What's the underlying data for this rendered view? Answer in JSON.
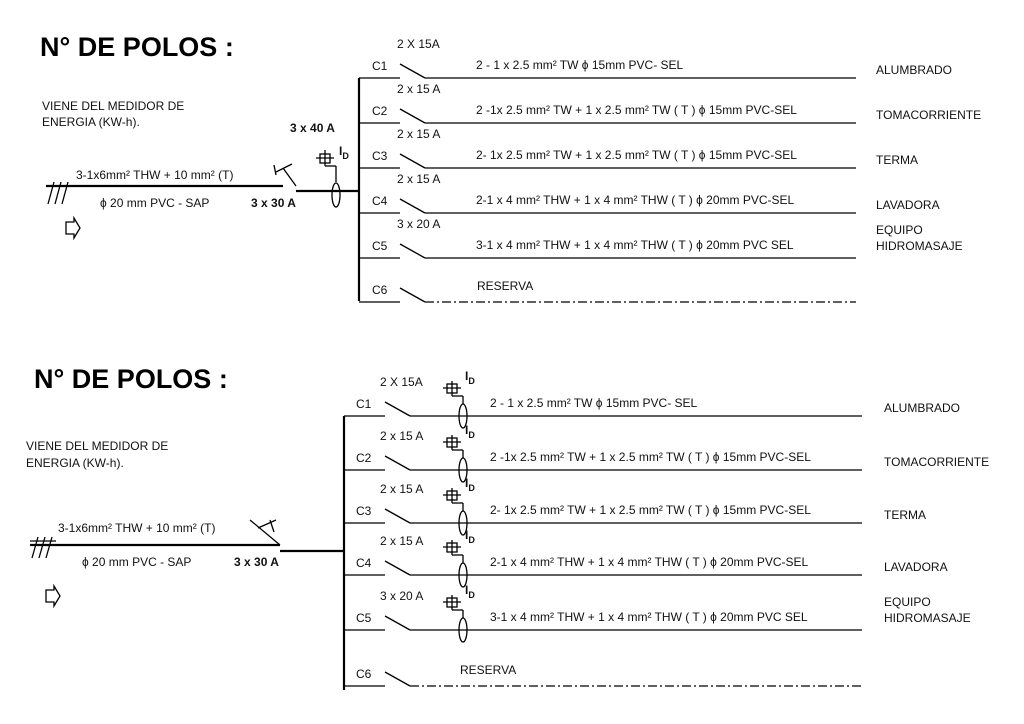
{
  "diagrams": [
    {
      "title": "N° DE POLOS :",
      "source_label": [
        "VIENE  DEL  MEDIDOR DE",
        "ENERGIA (KW-h)."
      ],
      "feeder_cable": "3-1x6mm² THW + 10 mm² (T)",
      "feeder_conduit": "ϕ 20 mm PVC - SAP",
      "main_breaker": "3 x 40  A",
      "diff_breaker": "3 x 30  A",
      "id_symbol": "I",
      "id_sub": "D",
      "circuits": [
        {
          "code": "C1",
          "rating": "2 X 15A",
          "cable": "2 - 1 x 2.5 mm² TW   ϕ 15mm PVC- SEL",
          "load": [
            "ALUMBRADO"
          ]
        },
        {
          "code": "C2",
          "rating": "2 x 15 A",
          "cable": "2 -1x 2.5 mm² TW + 1 x 2.5 mm² TW ( T )  ϕ 15mm PVC-SEL",
          "load": [
            "TOMACORRIENTE"
          ]
        },
        {
          "code": "C3",
          "rating": "2 x 15 A",
          "cable": "2- 1x 2.5 mm² TW + 1 x 2.5 mm² TW ( T )  ϕ 15mm PVC-SEL",
          "load": [
            "TERMA"
          ]
        },
        {
          "code": "C4",
          "rating": "2 x 15 A",
          "cable": "2-1 x 4 mm² THW + 1 x 4 mm² THW ( T )  ϕ 20mm PVC-SEL",
          "load": [
            "LAVADORA"
          ]
        },
        {
          "code": "C5",
          "rating": "3 x 20 A",
          "cable": "3-1 x 4 mm² THW + 1 x 4 mm² THW ( T )  ϕ 20mm PVC SEL",
          "load": [
            "EQUIPO",
            "HIDROMASAJE"
          ]
        },
        {
          "code": "C6",
          "rating": "",
          "cable": "RESERVA",
          "load": []
        }
      ]
    },
    {
      "title": "N° DE POLOS :",
      "source_label": [
        "VIENE  DEL  MEDIDOR DE",
        "ENERGIA (KW-h)."
      ],
      "feeder_cable": "3-1x6mm² THW + 10 mm² (T)",
      "feeder_conduit": "ϕ 20 mm PVC - SAP",
      "main_breaker": "3 x 30  A",
      "id_symbol": "I",
      "id_sub": "D",
      "circuits": [
        {
          "code": "C1",
          "rating": "2 X 15A",
          "cable": "2 - 1 x 2.5 mm² TW   ϕ 15mm PVC- SEL",
          "load": [
            "ALUMBRADO"
          ]
        },
        {
          "code": "C2",
          "rating": "2 x 15 A",
          "cable": "2 -1x 2.5 mm² TW + 1 x 2.5 mm² TW ( T )  ϕ 15mm PVC-SEL",
          "load": [
            "TOMACORRIENTE"
          ]
        },
        {
          "code": "C3",
          "rating": "2 x 15 A",
          "cable": "2- 1x 2.5 mm² TW + 1 x 2.5 mm² TW ( T )  ϕ 15mm PVC-SEL",
          "load": [
            "TERMA"
          ]
        },
        {
          "code": "C4",
          "rating": "2 x 15 A",
          "cable": "2-1 x 4 mm² THW + 1 x 4 mm² THW ( T )  ϕ 20mm PVC-SEL",
          "load": [
            "LAVADORA"
          ]
        },
        {
          "code": "C5",
          "rating": "3 x 20 A",
          "cable": "3-1 x 4 mm² THW + 1 x 4 mm² THW ( T )  ϕ 20mm PVC SEL",
          "load": [
            "EQUIPO",
            "HIDROMASAJE"
          ]
        },
        {
          "code": "C6",
          "rating": "",
          "cable": "RESERVA",
          "load": []
        }
      ]
    }
  ]
}
